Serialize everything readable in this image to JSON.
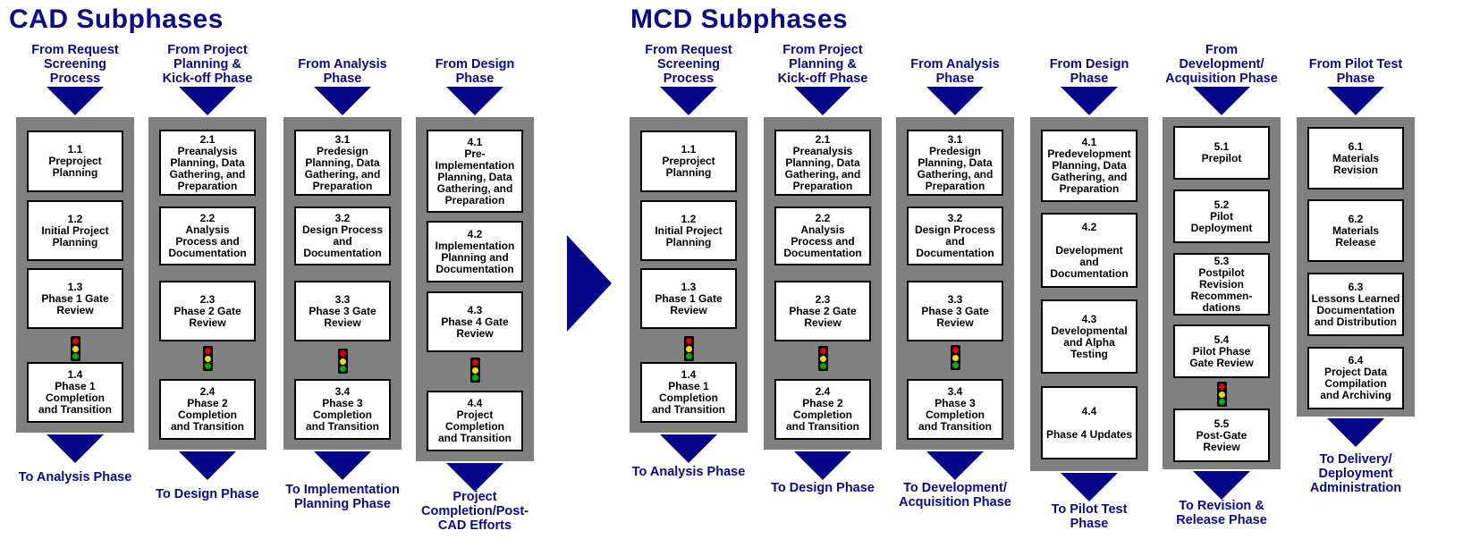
{
  "cad": {
    "title": "CAD Subphases",
    "columns": [
      {
        "header": "From Request\nScreening\nProcess",
        "boxes": [
          "1.1\nPreproject\nPlanning",
          "1.2\nInitial Project\nPlanning",
          "1.3\nPhase 1 Gate\nReview",
          "1.4\nPhase 1\nCompletion\nand Transition"
        ],
        "footer": "To Analysis Phase"
      },
      {
        "header": "From Project\nPlanning &\nKick-off Phase",
        "boxes": [
          "2.1\nPreanalysis\nPlanning, Data\nGathering, and\nPreparation",
          "2.2\nAnalysis\nProcess and\nDocumentation",
          "2.3\nPhase 2 Gate\nReview",
          "2.4\nPhase 2\nCompletion\nand Transition"
        ],
        "footer": "To Design Phase"
      },
      {
        "header": "From Analysis\nPhase",
        "boxes": [
          "3.1\nPredesign\nPlanning, Data\nGathering, and\nPreparation",
          "3.2\nDesign Process\nand\nDocumentation",
          "3.3\nPhase 3 Gate\nReview",
          "3.4\nPhase 3\nCompletion\nand Transition"
        ],
        "footer": "To Implementation\nPlanning Phase"
      },
      {
        "header": "From Design\nPhase",
        "boxes": [
          "4.1\nPre-\nImplementation\nPlanning, Data\nGathering, and\nPreparation",
          "4.2\nImplementation\nPlanning and\nDocumentation",
          "4.3\nPhase 4 Gate\nReview",
          "4.4\nProject\nCompletion\nand Transition"
        ],
        "footer": "Project\nCompletion/Post-\nCAD Efforts"
      }
    ]
  },
  "mcd": {
    "title": "MCD Subphases",
    "columns": [
      {
        "header": "From Request\nScreening\nProcess",
        "boxes": [
          "1.1\nPreproject\nPlanning",
          "1.2\nInitial Project\nPlanning",
          "1.3\nPhase 1 Gate\nReview",
          "1.4\nPhase 1\nCompletion\nand Transition"
        ],
        "footer": "To Analysis Phase"
      },
      {
        "header": "From Project\nPlanning &\nKick-off Phase",
        "boxes": [
          "2.1\nPreanalysis\nPlanning, Data\nGathering, and\nPreparation",
          "2.2\nAnalysis\nProcess and\nDocumentation",
          "2.3\nPhase 2 Gate\nReview",
          "2.4\nPhase 2\nCompletion\nand Transition"
        ],
        "footer": "To Design Phase"
      },
      {
        "header": "From Analysis\nPhase",
        "boxes": [
          "3.1\nPredesign\nPlanning, Data\nGathering, and\nPreparation",
          "3.2\nDesign Process\nand\nDocumentation",
          "3.3\nPhase 3 Gate\nReview",
          "3.4\nPhase 3\nCompletion\nand Transition"
        ],
        "footer": "To Development/\nAcquisition Phase"
      },
      {
        "header": "From Design\nPhase",
        "boxes": [
          "4.1\nPredevelopment\nPlanning, Data\nGathering, and\nPreparation",
          "4.2\n\nDevelopment\nand\nDocumentation",
          "4.3\nDevelopmental\nand Alpha\nTesting",
          "4.4\n\nPhase 4 Updates"
        ],
        "footer": "To Pilot Test\nPhase"
      },
      {
        "header": "From Development/\nAcquisition Phase",
        "boxes": [
          "5.1\nPrepilot",
          "5.2\nPilot\nDeployment",
          "5.3\nPostpilot\nRevision\nRecommen-\ndations",
          "5.4\nPilot Phase\nGate Review",
          "5.5\nPost-Gate\nReview"
        ],
        "footer": "To Revision &\nRelease Phase"
      },
      {
        "header": "From Pilot Test\nPhase",
        "boxes": [
          "6.1\nMaterials\nRevision",
          "6.2\nMaterials\nRelease",
          "6.3\nLessons Learned\nDocumentation\nand Distribution",
          "6.4\nProject Data\nCompilation\nand Archiving"
        ],
        "footer": "To Delivery/\nDeployment\nAdministration"
      }
    ]
  }
}
